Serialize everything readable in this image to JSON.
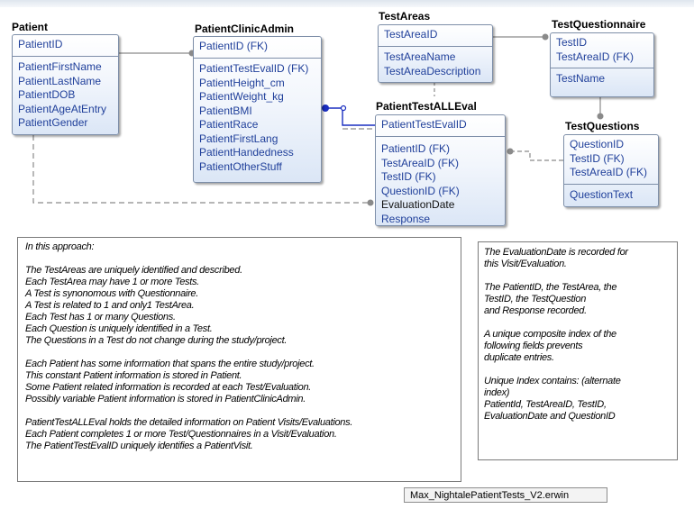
{
  "entities": {
    "patient": {
      "name": "Patient",
      "key": [
        "PatientID"
      ],
      "attributes": [
        "PatientFirstName",
        "PatientLastName",
        "PatientDOB",
        "PatientAgeAtEntry",
        "PatientGender"
      ]
    },
    "clinic_admin": {
      "name": "PatientClinicAdmin",
      "key": [
        "PatientID (FK)"
      ],
      "attributes": [
        "PatientTestEvalID (FK)",
        "PatientHeight_cm",
        "PatientWeight_kg",
        "PatientBMI",
        "PatientRace",
        "PatientFirstLang",
        "PatientHandedness",
        "PatientOtherStuff"
      ]
    },
    "test_areas": {
      "name": "TestAreas",
      "key": [
        "TestAreaID"
      ],
      "attributes": [
        "TestAreaName",
        "TestAreaDescription"
      ]
    },
    "test_questionnaire": {
      "name": "TestQuestionnaire",
      "key": [
        "TestID",
        "TestAreaID (FK)"
      ],
      "attributes": [
        "TestName"
      ]
    },
    "patient_test_all_eval": {
      "name": "PatientTestALLEval",
      "key": [
        "PatientTestEvalID"
      ],
      "attributes": [
        "PatientID (FK)",
        "TestAreaID (FK)",
        "TestID (FK)",
        "QuestionID (FK)",
        "EvaluationDate",
        "Response"
      ]
    },
    "test_questions": {
      "name": "TestQuestions",
      "key": [
        "QuestionID",
        "TestID (FK)",
        "TestAreaID (FK)"
      ],
      "attributes": [
        "QuestionText"
      ]
    }
  },
  "notes": {
    "left": [
      "In this approach:",
      "",
      "The TestAreas are uniquely identified and described.",
      "Each TestArea may have 1 or more Tests.",
      "A Test is synonomous with Questionnaire.",
      "A Test is related to 1 and only1 TestArea.",
      "Each Test has 1 or many Questions.",
      "Each Question is uniquely identified in a Test.",
      "The Questions in a Test do not change during the study/project.",
      "",
      "Each Patient has some information that spans the entire study/project.",
      "This constant Patient information is stored in Patient.",
      "Some Patient related information is recorded at each Test/Evaluation.",
      "Possibly variable Patient information is stored in PatientClinicAdmin.",
      "",
      "PatientTestALLEval holds the detailed information on Patient Visits/Evaluations.",
      "Each Patient completes 1 or more Test/Questionnaires in a Visit/Evaluation.",
      "The PatientTestEvalID uniquely identifies a PatientVisit."
    ],
    "right": [
      "The EvaluationDate is recorded for",
      "this Visit/Evaluation.",
      "",
      "The PatientID, the TestArea, the",
      "TestID, the TestQuestion",
      " and Response recorded.",
      "",
      "A unique composite index of the",
      "following fields prevents",
      " duplicate entries.",
      "",
      "Unique Index contains: (alternate",
      "index)",
      "PatientId, TestAreaID, TestID,",
      "EvaluationDate and QuestionID"
    ]
  },
  "file_label": "Max_NightalePatientTests_V2.erwin",
  "colors": {
    "attribute_text": "#1f3f9a",
    "box_border": "#7d8ea8",
    "box_fill_bottom": "#dbe6f6",
    "connector": "#8a8a8a",
    "identifying_relationship": "#1a2ec0"
  }
}
